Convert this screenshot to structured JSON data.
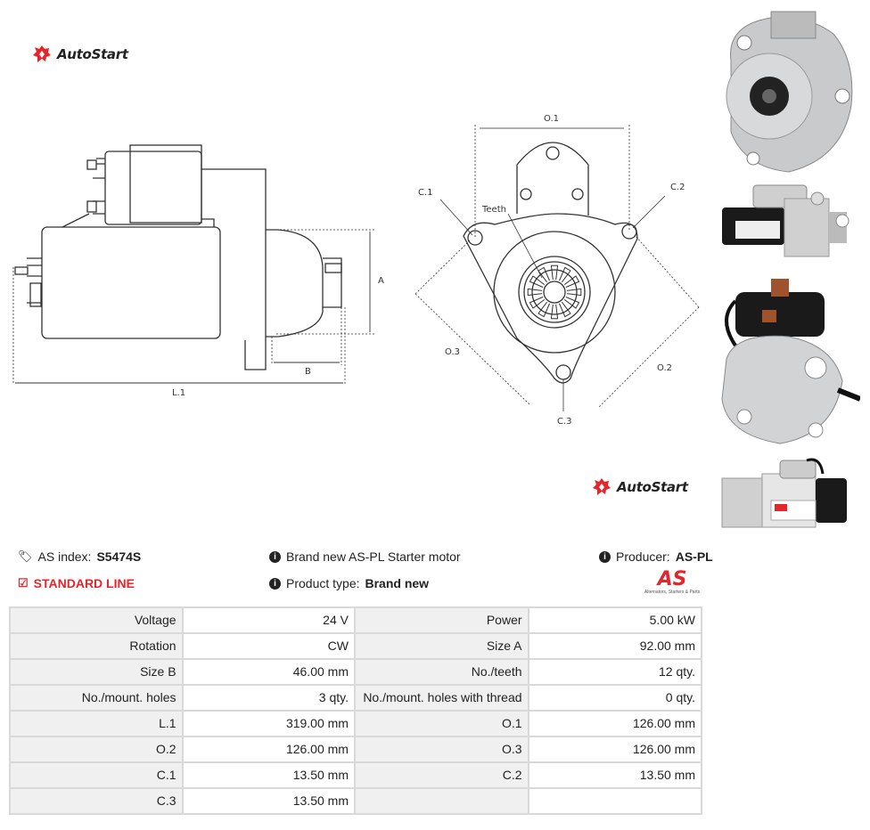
{
  "brand": {
    "name": "AutoStart",
    "accent": "#e3262b"
  },
  "drawing": {
    "labels": {
      "o1": "O.1",
      "o2": "O.2",
      "o3": "O.3",
      "c1": "C.1",
      "c2": "C.2",
      "c3": "C.3",
      "teeth": "Teeth",
      "a": "A",
      "b": "B",
      "l1": "L.1"
    }
  },
  "product": {
    "index_label": "AS index:",
    "index_value": "S5474S",
    "line": "STANDARD LINE",
    "description": "Brand new AS-PL Starter motor",
    "type_label": "Product type:",
    "type_value": "Brand new",
    "producer_label": "Producer:",
    "producer_value": "AS-PL",
    "producer_logo_text": "AS",
    "producer_tagline": "Alternators, Starters & Parts"
  },
  "specs": [
    {
      "l1": "Voltage",
      "v1": "24 V",
      "l2": "Power",
      "v2": "5.00 kW"
    },
    {
      "l1": "Rotation",
      "v1": "CW",
      "l2": "Size A",
      "v2": "92.00 mm"
    },
    {
      "l1": "Size B",
      "v1": "46.00 mm",
      "l2": "No./teeth",
      "v2": "12 qty."
    },
    {
      "l1": "No./mount. holes",
      "v1": "3 qty.",
      "l2": "No./mount. holes with thread",
      "v2": "0 qty."
    },
    {
      "l1": "L.1",
      "v1": "319.00 mm",
      "l2": "O.1",
      "v2": "126.00 mm"
    },
    {
      "l1": "O.2",
      "v1": "126.00 mm",
      "l2": "O.3",
      "v2": "126.00 mm"
    },
    {
      "l1": "C.1",
      "v1": "13.50 mm",
      "l2": "C.2",
      "v2": "13.50 mm"
    },
    {
      "l1": "C.3",
      "v1": "13.50 mm",
      "l2": "",
      "v2": ""
    }
  ]
}
